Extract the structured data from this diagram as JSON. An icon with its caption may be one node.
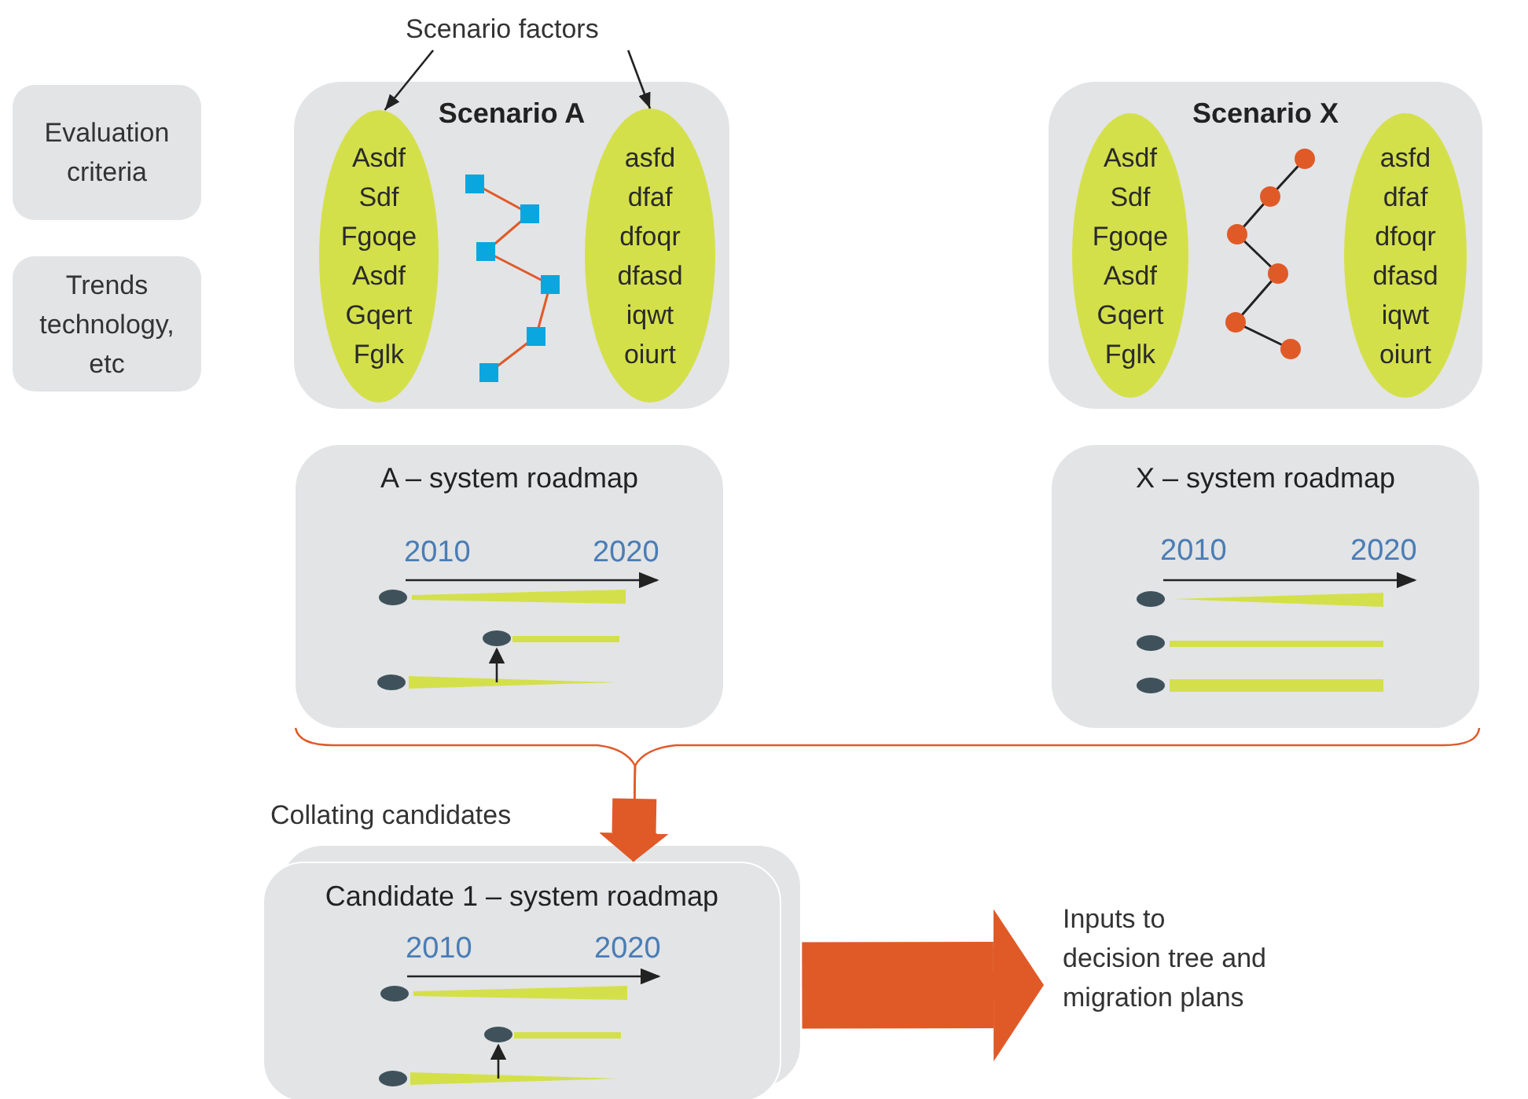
{
  "diagram": {
    "nodes": [
      {
        "text": [
          "Scenario factors"
        ]
      },
      {
        "text": [
          "Evaluation criteria"
        ]
      },
      {
        "text": [
          "Trends technology, etc"
        ]
      },
      {
        "text": [
          "Scenario A"
        ]
      },
      {
        "text": [
          "Asdf",
          "Sdf",
          "Fgoqe",
          "Asdf",
          "Gqert",
          "Fglk"
        ],
        "in": 3
      },
      {
        "text": [
          "asfd",
          "dfaf",
          "dfoqr",
          "dfasd",
          "iqwt",
          "oiurt"
        ],
        "in": 3
      },
      {
        "text": [
          "Scenario X"
        ]
      },
      {
        "text": [
          "Asdf",
          "Sdf",
          "Fgoqe",
          "Asdf",
          "Gqert",
          "Fglk"
        ],
        "in": 6
      },
      {
        "text": [
          "asfd",
          "dfaf",
          "dfoqr",
          "dfasd",
          "iqwt",
          "oiurt"
        ],
        "in": 6
      },
      {
        "text": [
          "A – system roadmap",
          "2010",
          "2020"
        ]
      },
      {
        "text": [
          "X – system roadmap",
          "2010",
          "2020"
        ]
      },
      {
        "text": [
          "Candidate 1 – system roadmap",
          "2010",
          "2020"
        ]
      },
      {
        "text": [
          "Inputs to decision tree and migration plans"
        ]
      }
    ],
    "edges": [
      {
        "from": 0,
        "to": 4,
        "arrow": "to",
        "color": "#222222"
      },
      {
        "from": 0,
        "to": 5,
        "arrow": "to",
        "color": "#222222"
      },
      {
        "from": 9,
        "to": 11,
        "arrow": "to",
        "color": "#e05a28"
      },
      {
        "from": 10,
        "to": 11,
        "arrow": "to",
        "color": "#e05a28"
      },
      {
        "from": 11,
        "to": 12,
        "arrow": "to",
        "style": "thick",
        "color": "#e05a28"
      }
    ],
    "labels": [
      "Collating candidates"
    ]
  }
}
